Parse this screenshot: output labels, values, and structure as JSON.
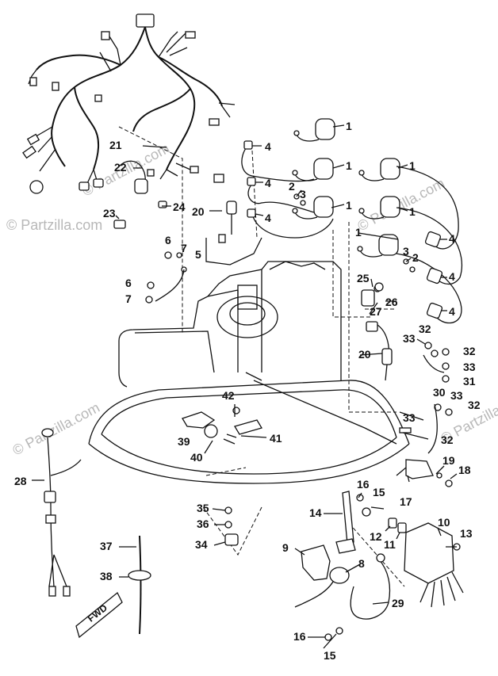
{
  "watermarks": [
    "© Partzilla.com",
    "© Partzilla.com",
    "© Partzilla.com",
    "© Partzilla.com",
    "© Partzilla.com"
  ],
  "fwd_label": "FWD",
  "callouts": [
    "1",
    "1",
    "1",
    "1",
    "1",
    "1",
    "2",
    "2",
    "3",
    "3",
    "4",
    "4",
    "4",
    "4",
    "4",
    "4",
    "4",
    "5",
    "6",
    "6",
    "7",
    "7",
    "8",
    "9",
    "10",
    "11",
    "12",
    "13",
    "14",
    "15",
    "15",
    "16",
    "16",
    "17",
    "18",
    "19",
    "20",
    "20",
    "21",
    "22",
    "23",
    "24",
    "25",
    "26",
    "27",
    "28",
    "29",
    "30",
    "31",
    "32",
    "32",
    "32",
    "32",
    "33",
    "33",
    "33",
    "33",
    "34",
    "35",
    "36",
    "37",
    "38",
    "39",
    "40",
    "41",
    "42"
  ]
}
